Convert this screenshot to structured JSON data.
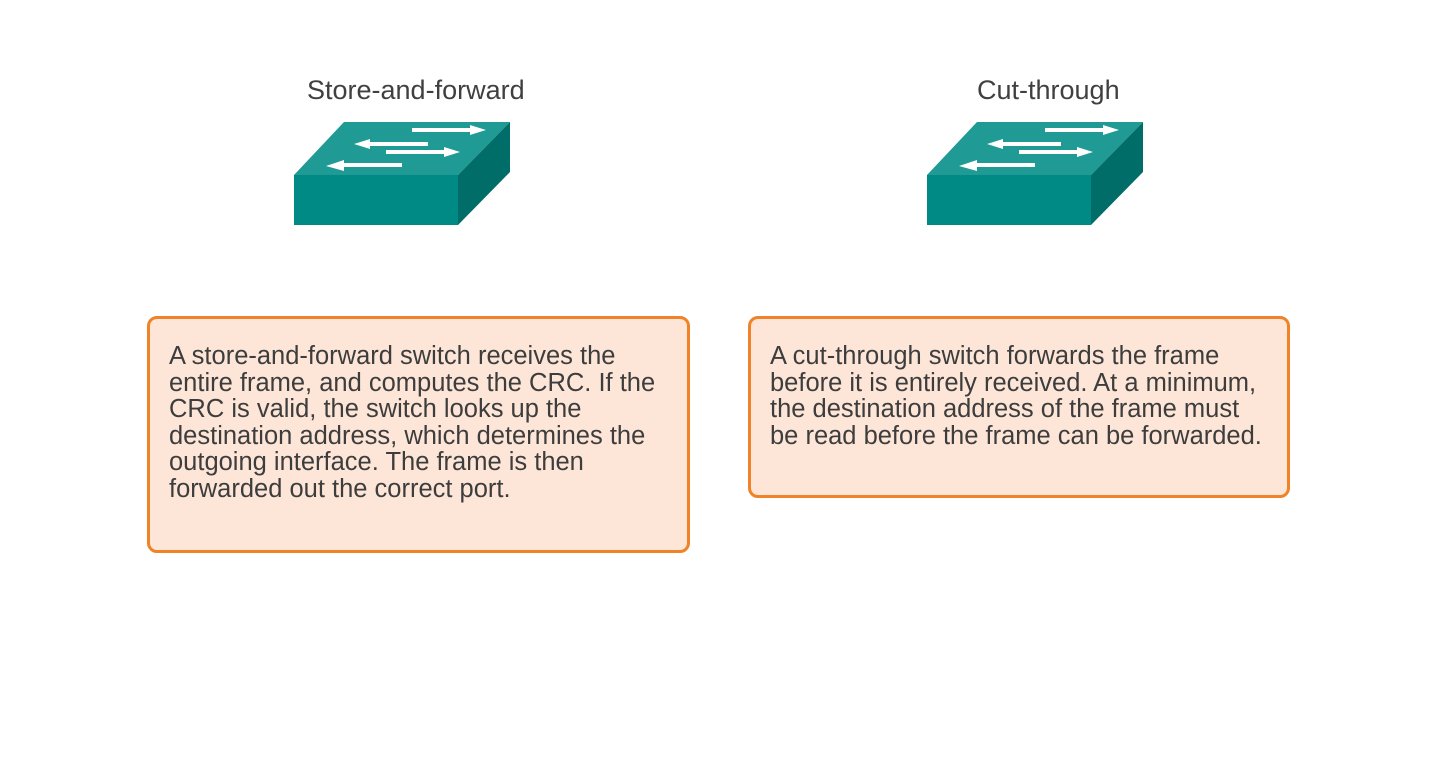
{
  "left": {
    "title": "Store-and-forward",
    "description": "A store-and-forward switch receives the entire frame, and computes the CRC. If the CRC is valid, the switch looks up the destination address, which determines the outgoing interface. The frame is then forwarded out the correct port.",
    "icon": "switch-icon"
  },
  "right": {
    "title": "Cut-through",
    "description": "A cut-through switch forwards the frame before it is entirely received. At a minimum, the destination address of the frame must be read before the frame can be forwarded.",
    "icon": "switch-icon"
  },
  "colors": {
    "switch_top": "#1f9a94",
    "switch_front": "#008a85",
    "switch_side": "#006d69",
    "box_fill": "#fde6d8",
    "box_border": "#f08228"
  }
}
